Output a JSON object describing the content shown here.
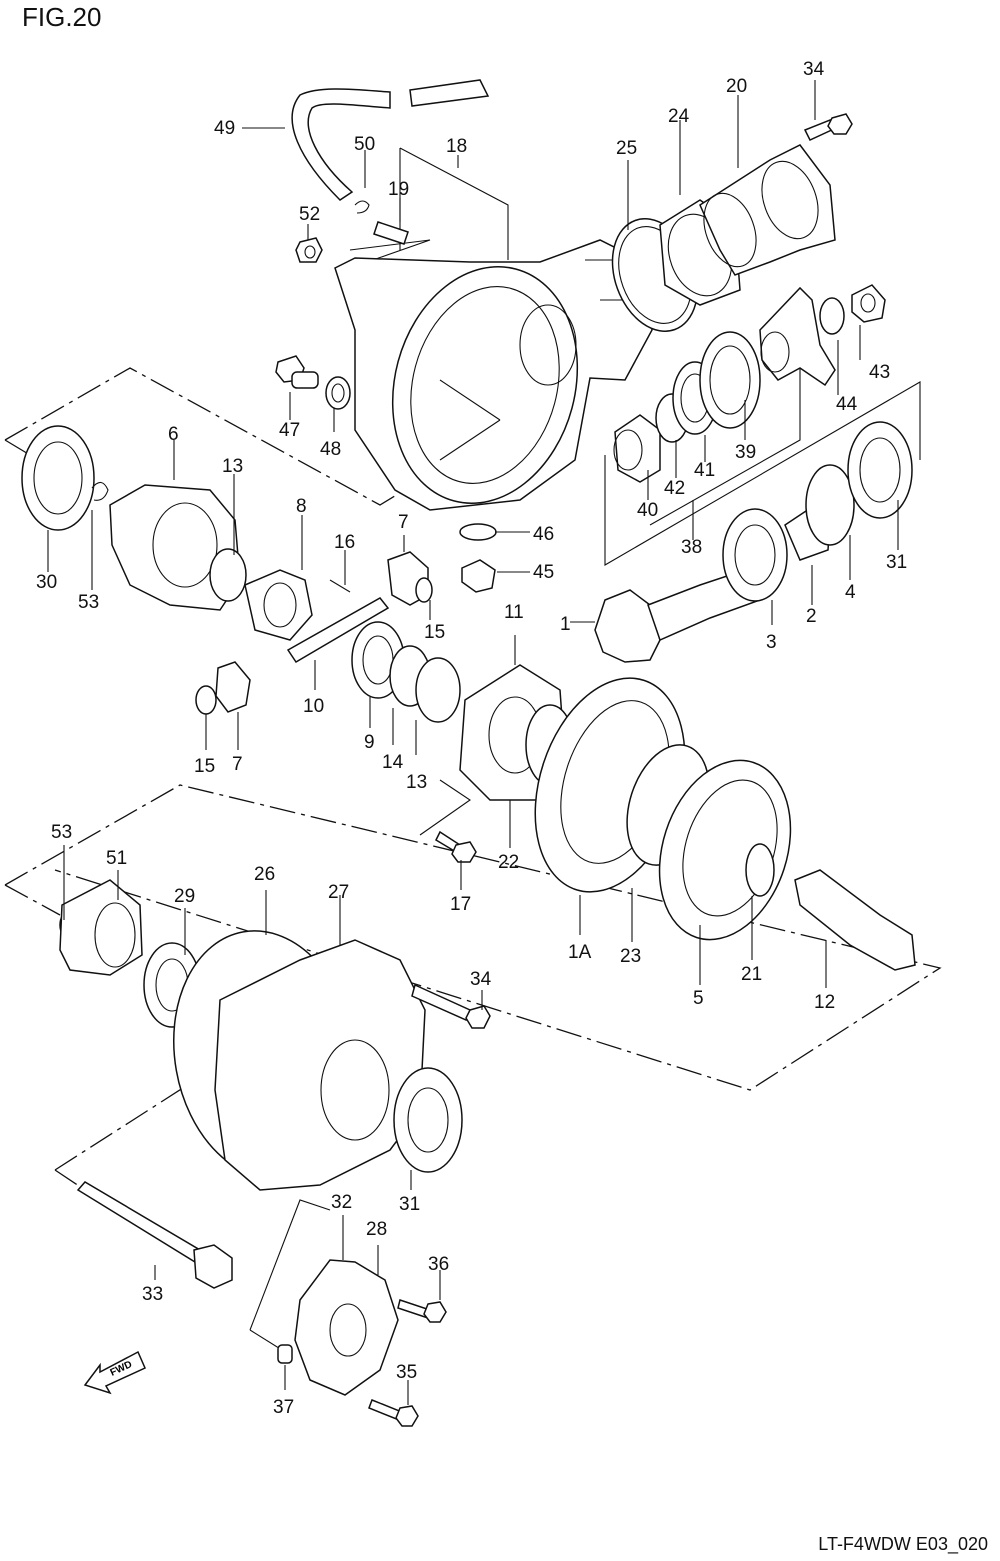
{
  "figure_title": "FIG.20",
  "diagram_code": "LT-F4WDW E03_020",
  "direction_arrow": {
    "label": "FWD",
    "icon": "fwd-arrow-icon"
  },
  "callouts": [
    "1",
    "1A",
    "2",
    "3",
    "4",
    "5",
    "6",
    "7",
    "7",
    "8",
    "9",
    "10",
    "11",
    "12",
    "13",
    "13",
    "14",
    "15",
    "15",
    "16",
    "17",
    "18",
    "19",
    "20",
    "21",
    "22",
    "23",
    "24",
    "25",
    "26",
    "27",
    "28",
    "29",
    "30",
    "31",
    "31",
    "32",
    "33",
    "34",
    "34",
    "35",
    "36",
    "37",
    "38",
    "39",
    "40",
    "41",
    "42",
    "43",
    "44",
    "45",
    "46",
    "47",
    "48",
    "49",
    "50",
    "51",
    "52",
    "53",
    "53"
  ]
}
